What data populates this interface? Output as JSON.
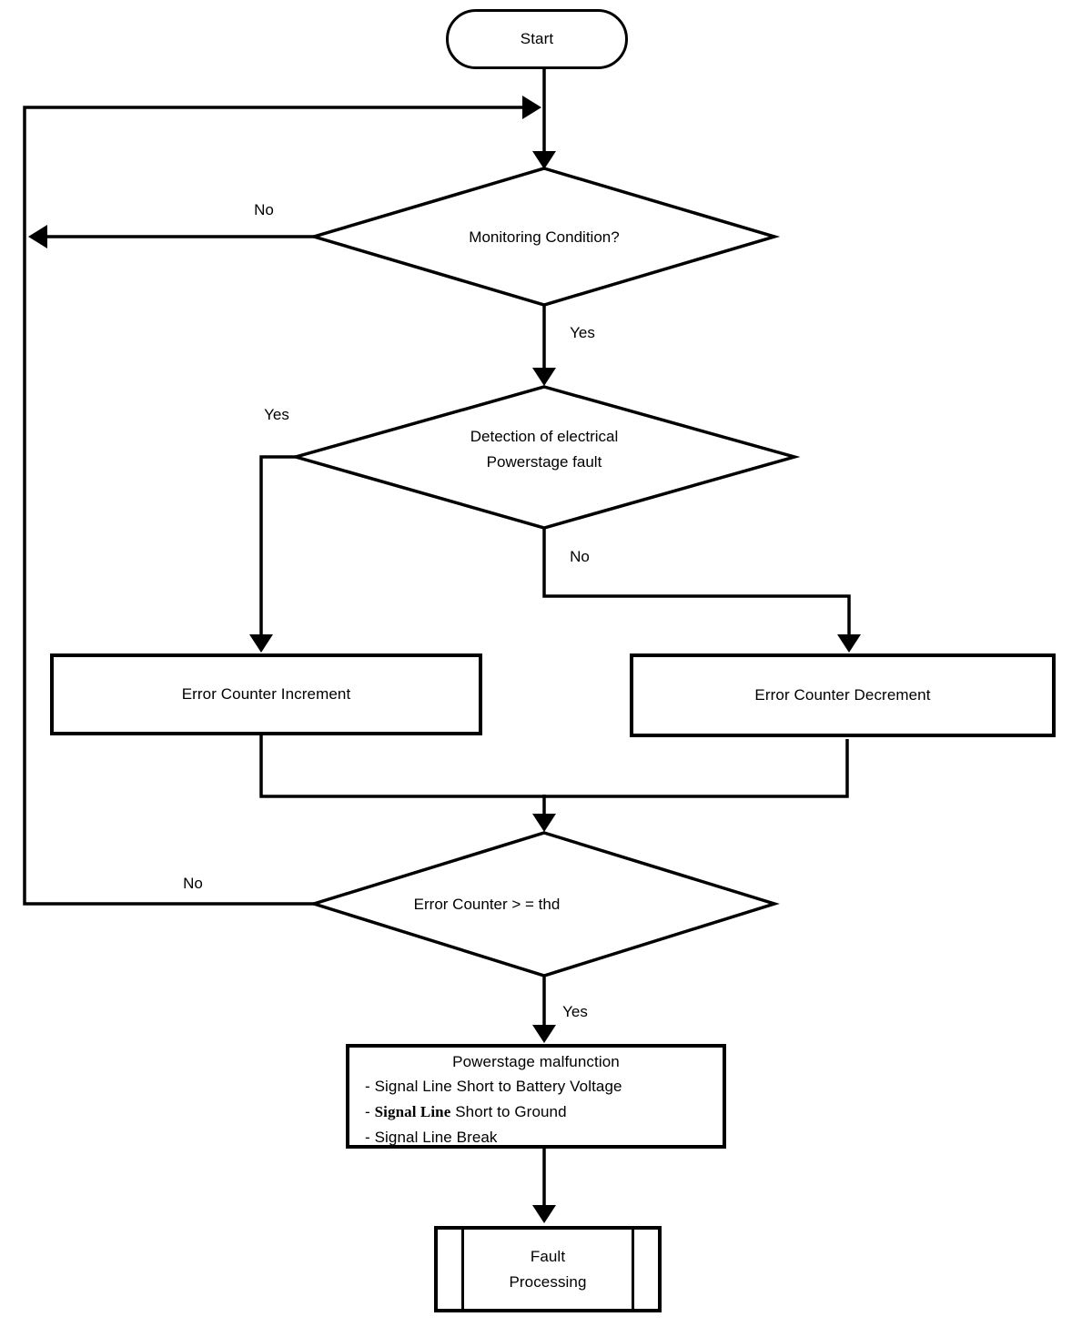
{
  "diagram": {
    "kind": "flowchart",
    "colors": {
      "line": "#000000",
      "background": "#ffffff",
      "text": "#000000"
    },
    "nodes": {
      "start": {
        "label": "Start"
      },
      "monitoring": {
        "label": "Monitoring Condition?"
      },
      "detection": {
        "line1": "Detection of electrical",
        "line2": "Powerstage fault"
      },
      "increment": {
        "label": "Error Counter Increment"
      },
      "decrement": {
        "label": "Error Counter Decrement"
      },
      "threshold": {
        "label": "Error Counter > = thd"
      },
      "malfunction": {
        "title": "Powerstage malfunction",
        "items": [
          {
            "pre": "- Signal Line Short to Battery Voltage",
            "em": "",
            "post": ""
          },
          {
            "pre": "- ",
            "em": "Signal Line",
            "post": " Short to Ground"
          },
          {
            "pre": "- Signal Line Break",
            "em": "",
            "post": ""
          }
        ]
      },
      "fault": {
        "line1": "Fault",
        "line2": "Processing"
      }
    },
    "edge_labels": {
      "monitoring_no": "No",
      "monitoring_yes": "Yes",
      "detection_yes": "Yes",
      "detection_no": "No",
      "threshold_no": "No",
      "threshold_yes": "Yes"
    }
  }
}
